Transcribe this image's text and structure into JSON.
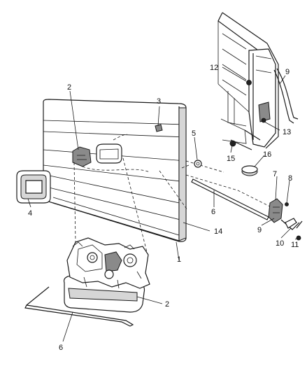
{
  "callouts": [
    {
      "id": "c2a",
      "label": "2"
    },
    {
      "id": "c3",
      "label": "3"
    },
    {
      "id": "c4",
      "label": "4"
    },
    {
      "id": "c5",
      "label": "5"
    },
    {
      "id": "c6a",
      "label": "6"
    },
    {
      "id": "c1",
      "label": "1"
    },
    {
      "id": "c14",
      "label": "14"
    },
    {
      "id": "c12",
      "label": "12"
    },
    {
      "id": "c9a",
      "label": "9"
    },
    {
      "id": "c13",
      "label": "13"
    },
    {
      "id": "c15",
      "label": "15"
    },
    {
      "id": "c16",
      "label": "16"
    },
    {
      "id": "c7",
      "label": "7"
    },
    {
      "id": "c8",
      "label": "8"
    },
    {
      "id": "c9b",
      "label": "9"
    },
    {
      "id": "c10",
      "label": "10"
    },
    {
      "id": "c11",
      "label": "11"
    },
    {
      "id": "c2b",
      "label": "2"
    },
    {
      "id": "c6b",
      "label": "6"
    }
  ]
}
